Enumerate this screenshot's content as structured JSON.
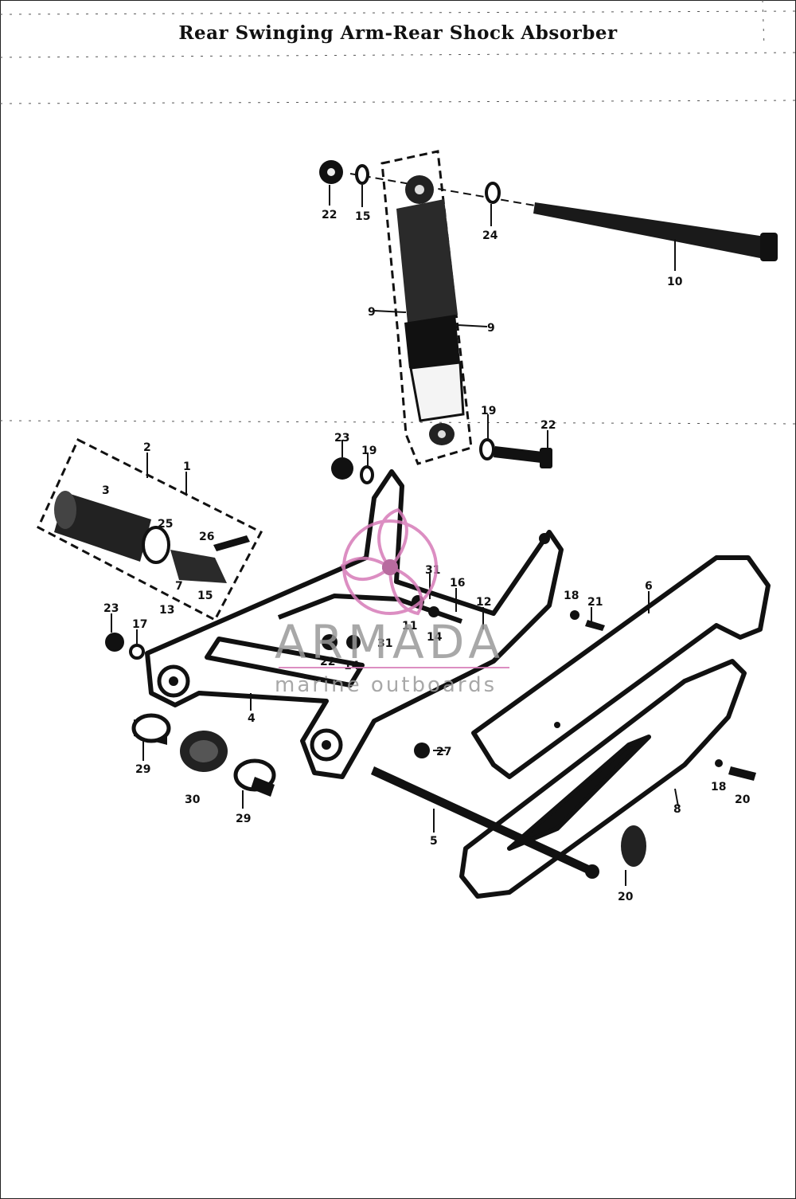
{
  "title": "Rear Swinging Arm-Rear Shock Absorber",
  "watermark": {
    "brand": "ARMADA",
    "tagline": "marine outboards",
    "color": "#d67bb8"
  },
  "callouts": {
    "c22a": "22",
    "c15a": "15",
    "c24": "24",
    "c10": "10",
    "c9a": "9",
    "c9b": "9",
    "c19a": "19",
    "c22b": "22",
    "c23a": "23",
    "c19b": "19",
    "c2": "2",
    "c1": "1",
    "c3": "3",
    "c25": "25",
    "c26": "26",
    "c7": "7",
    "c13": "13",
    "c15b": "15",
    "c23b": "23",
    "c17": "17",
    "c31a": "31",
    "c16": "16",
    "c12": "12",
    "c11": "11",
    "c14a": "14",
    "c18a": "18",
    "c21": "21",
    "c6": "6",
    "c22c": "22",
    "c14b": "14",
    "c31b": "31",
    "c4": "4",
    "c27": "27",
    "c29a": "29",
    "c30": "30",
    "c29b": "29",
    "c5": "5",
    "c18b": "18",
    "c20a": "20",
    "c8": "8",
    "c20b": "20"
  }
}
